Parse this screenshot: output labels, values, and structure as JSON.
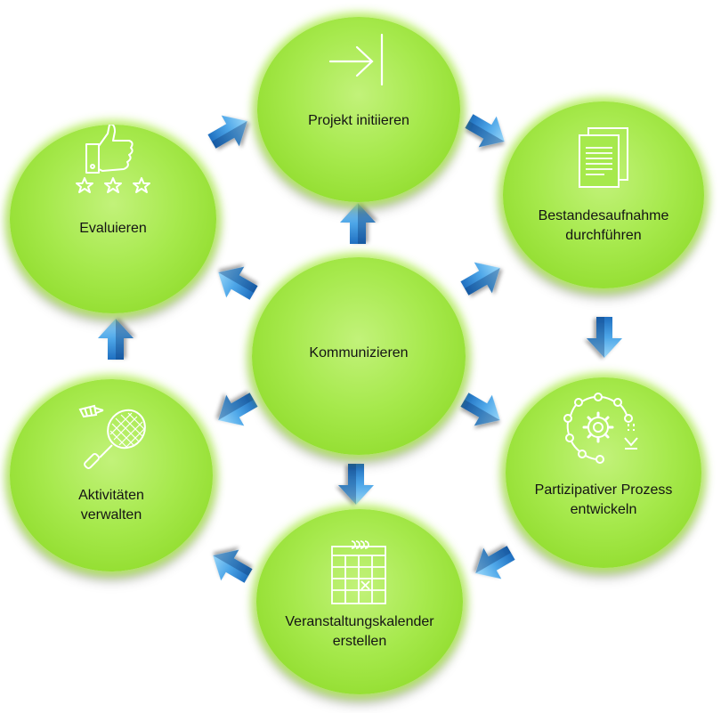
{
  "diagram": {
    "center": {
      "label": "Kommunizieren"
    },
    "nodes": [
      {
        "id": "projekt",
        "label": "Projekt initiieren",
        "icon": "arrow-to-bar-icon"
      },
      {
        "id": "bestand",
        "label": "Bestandesaufnahme\ndurchführen",
        "icon": "documents-icon"
      },
      {
        "id": "prozess",
        "label": "Partizipativer Prozess\nentwickeln",
        "icon": "process-cycle-icon"
      },
      {
        "id": "kalender",
        "label": "Veranstaltungskalender\nerstellen",
        "icon": "calendar-icon"
      },
      {
        "id": "aktivitaeten",
        "label": "Aktivitäten\nverwalten",
        "icon": "badminton-icon"
      },
      {
        "id": "evaluieren",
        "label": "Evaluieren",
        "icon": "thumbs-up-stars-icon"
      }
    ],
    "colors": {
      "circle": "#a6e94c",
      "circle_glow": "#c2f27a",
      "arrow": "#3d8fd6",
      "arrow_light": "#8fd0f7",
      "icon": "#ffffff"
    }
  }
}
